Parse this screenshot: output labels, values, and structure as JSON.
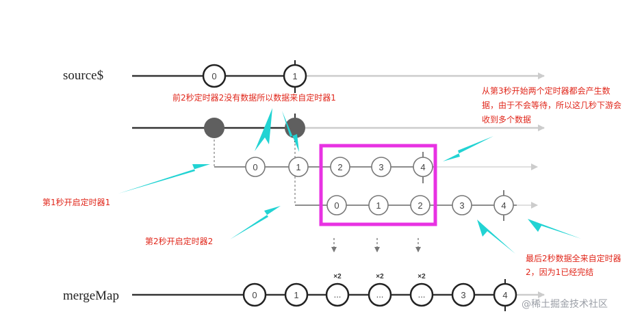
{
  "diagram": {
    "row_labels": {
      "source": "source$",
      "merge": "mergeMap"
    },
    "source_values": [
      "0",
      "1"
    ],
    "timer1_values": [
      "0",
      "1",
      "2",
      "3",
      "4"
    ],
    "timer2_values": [
      "0",
      "1",
      "2",
      "3",
      "4"
    ],
    "merged_values": [
      "0",
      "1",
      "...",
      "...",
      "...",
      "3",
      "4"
    ],
    "multipliers": [
      "×2",
      "×2",
      "×2"
    ],
    "annotations": {
      "first_two_seconds": "前2秒定时器2没有数据所以数据来自定时器1",
      "from_third_second_lines": [
        "从第3秒开始两个定时器都会产生数",
        "据，由于不会等待，所以这几秒下游会",
        "收到多个数据"
      ],
      "timer1_start": "第1秒开启定时器1",
      "timer2_start": "第2秒开启定时器2",
      "last_two_seconds_lines": [
        "最后2秒数据全来自定时器",
        "2，因为1已经完结"
      ]
    },
    "watermark": "@稀土掘金技术社区",
    "colors": {
      "line": "#333333",
      "future_line": "#cccccc",
      "circle": "#666666",
      "dark_circle": "#5f5f5f",
      "highlight_box": "#e832e3",
      "arrow": "#22d3d3",
      "note": "#e0261a"
    }
  }
}
